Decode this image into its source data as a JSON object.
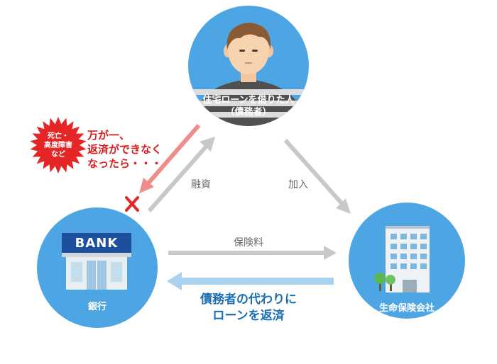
{
  "debtor": {
    "label_line1": "住宅ローンを借りた人",
    "label_line2": "（債務者）"
  },
  "bank": {
    "sign_text": "BANK",
    "label": "銀行"
  },
  "insurer": {
    "label": "生命保険会社"
  },
  "arrows": {
    "loan": "融資",
    "join": "加入",
    "premium": "保険料",
    "repay_line1": "債務者の代わりに",
    "repay_line2": "ローンを返済"
  },
  "burst": {
    "line1": "死亡・",
    "line2": "高度障害",
    "line3": "など"
  },
  "warning": {
    "line1": "万が一、",
    "line2": "返済ができなく",
    "line3": "なったら・・・"
  },
  "colors": {
    "circle_blue": "#4da6e3",
    "gray_arrow": "#c8c8c8",
    "red": "#e52626",
    "pink_arrow": "#f08c8c",
    "light_blue_arrow": "#a9d2f0",
    "blue_text": "#1a6fb3"
  }
}
